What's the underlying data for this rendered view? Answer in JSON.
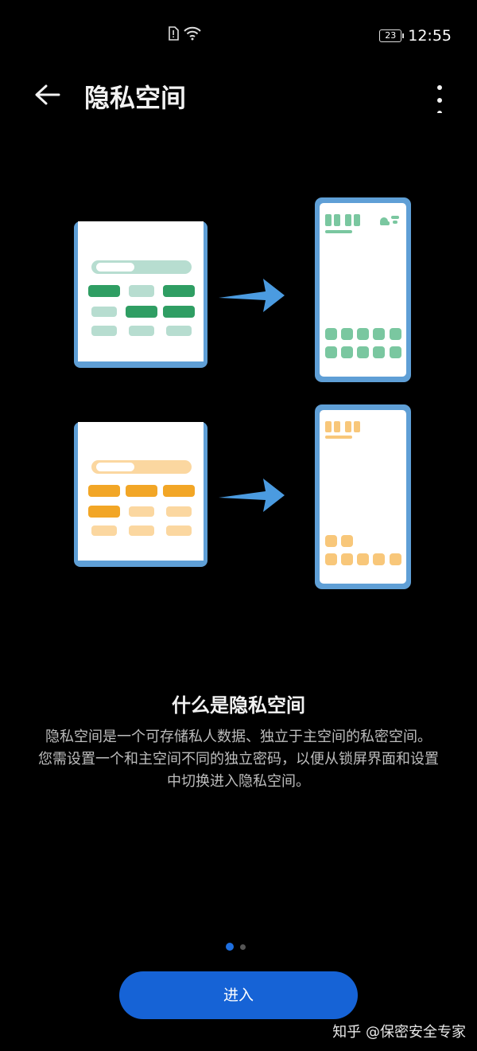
{
  "status_bar": {
    "battery": "23",
    "time": "12:55"
  },
  "app_bar": {
    "title": "隐私空间"
  },
  "intro": {
    "title": "什么是隐私空间",
    "paragraph_1": "隐私空间是一个可存储私人数据、独立于主空间的私密空间。",
    "paragraph_2": "您需设置一个和主空间不同的独立密码，以便从锁屏界面和设置中切换进入隐私空间。"
  },
  "pager": {
    "total": 2,
    "current": 1
  },
  "actions": {
    "enter_label": "进入"
  },
  "watermark": "知乎 @保密安全专家",
  "colors": {
    "accent": "#1663d6",
    "arrow": "#4b9be0",
    "phone_frame": "#5f9fd6",
    "green": "#2f9e63",
    "green_light": "#b7ddd0",
    "orange": "#f2a626",
    "orange_light": "#fbd7a0"
  }
}
